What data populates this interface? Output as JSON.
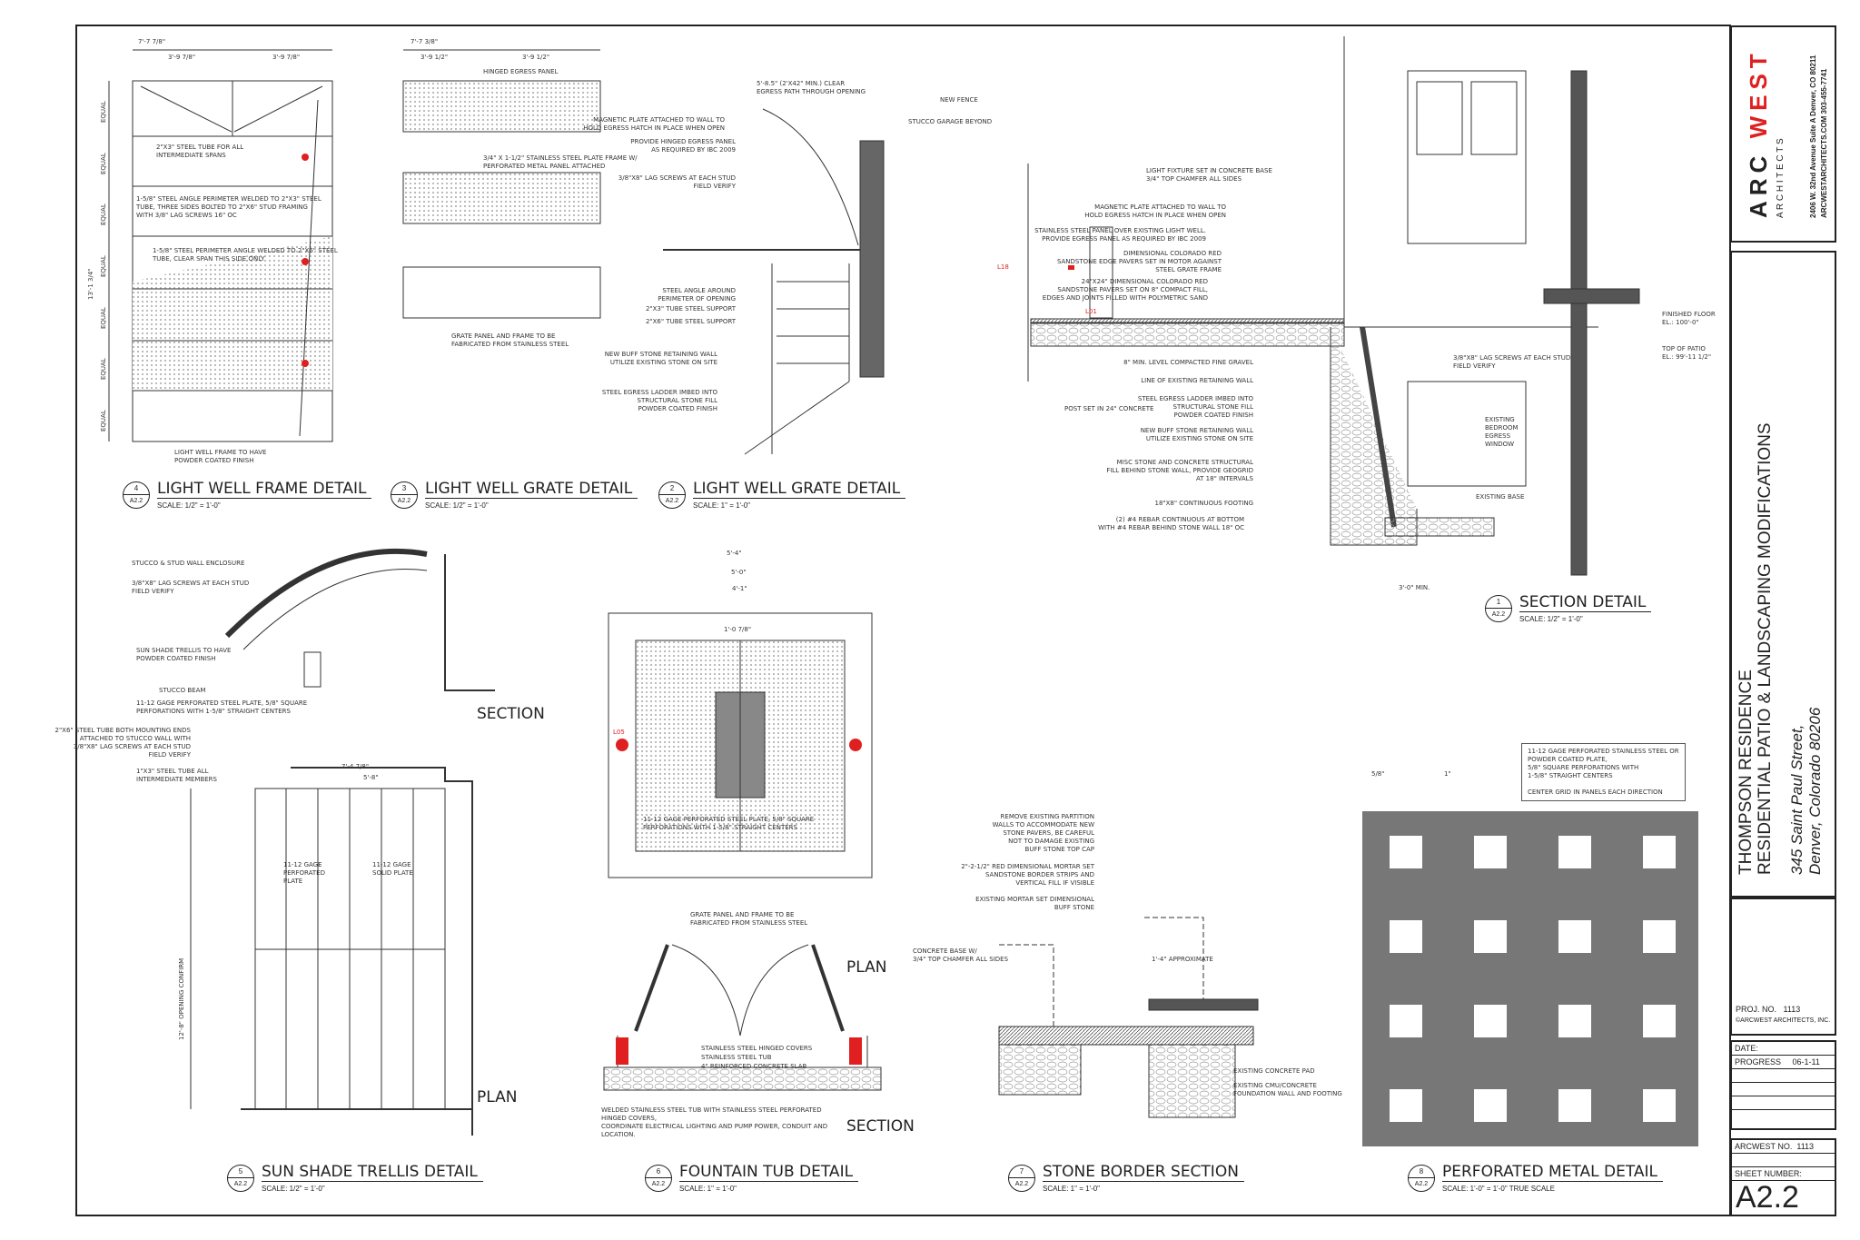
{
  "title_block": {
    "firm_name_1": "ARC",
    "firm_name_2": "WEST",
    "firm_sub": "A R C H I T E C T S",
    "address": "2406 W. 32nd Avenue   Suite A   Denver, CO 80211",
    "web_phone": "ARCWESTARCHITECTS.COM   303-455-7741",
    "project_name": "THOMPSON RESIDENCE",
    "project_desc": "RESIDENTIAL PATIO & LANDSCAPING MODIFICATIONS",
    "street": "345 Saint Paul Street,",
    "city": "Denver, Colorado  80206",
    "proj_no_label": "PROJ. NO.",
    "proj_no": "1113",
    "copyright": "©ARCWEST ARCHITECTS, INC.",
    "date_label": "DATE:",
    "progress_label": "PROGRESS",
    "progress_date": "06-1-11",
    "arcwest_no_label": "ARCWEST NO.",
    "arcwest_no": "1113",
    "sheet_number_label": "SHEET NUMBER:",
    "sheet_number": "A2.2",
    "accent": "#e02020"
  },
  "details": [
    {
      "num": "4",
      "sheet": "A2.2",
      "title": "LIGHT WELL FRAME DETAIL",
      "scale": "SCALE:  1/2\" = 1'-0\""
    },
    {
      "num": "3",
      "sheet": "A2.2",
      "title": "LIGHT WELL GRATE DETAIL",
      "scale": "SCALE:  1/2\" = 1'-0\""
    },
    {
      "num": "2",
      "sheet": "A2.2",
      "title": "LIGHT WELL GRATE DETAIL",
      "scale": "SCALE:  1\" = 1'-0\""
    },
    {
      "num": "1",
      "sheet": "A2.2",
      "title": "SECTION DETAIL",
      "scale": "SCALE:  1/2\" = 1'-0\""
    },
    {
      "num": "5",
      "sheet": "A2.2",
      "title": "SUN SHADE TRELLIS DETAIL",
      "scale": "SCALE:  1/2\" = 1'-0\""
    },
    {
      "num": "6",
      "sheet": "A2.2",
      "title": "FOUNTAIN TUB DETAIL",
      "scale": "SCALE:  1\" = 1'-0\""
    },
    {
      "num": "7",
      "sheet": "A2.2",
      "title": "STONE BORDER SECTION",
      "scale": "SCALE:  1\" = 1'-0\""
    },
    {
      "num": "8",
      "sheet": "A2.2",
      "title": "PERFORATED METAL DETAIL",
      "scale": "SCALE:  1'-0\" = 1'-0\" TRUE SCALE"
    }
  ],
  "labels": {
    "section": "SECTION",
    "plan": "PLAN",
    "finished_floor": "FINISHED FLOOR\nEL.: 100'-0\"",
    "top_of_patio": "TOP OF PATIO\nEL.: 99'-11 1/2\""
  },
  "notes": {
    "frame": [
      "2\"x3\" STEEL TUBE FOR ALL\nINTERMEDIATE SPANS",
      "1-5/8\" STEEL ANGLE PERIMETER WELDED TO 2\"x3\" STEEL\nTUBE, THREE SIDES BOLTED TO 2\"x6\" STUD FRAMING\nWITH 3/8\" LAG SCREWS 16\" OC",
      "1-5/8\" STEEL PERIMETER ANGLE WELDED TO 2\"x6\" STEEL\nTUBE, CLEAR SPAN THIS SIDE ONLY",
      "LIGHT WELL FRAME TO HAVE\nPOWDER COATED FINISH"
    ],
    "grate3": [
      "HINGED EGRESS PANEL",
      "3/4\" x 1-1/2\" STAINLESS STEEL PLATE FRAME W/\nPERFORATED METAL PANEL ATTACHED",
      "GRATE PANEL AND FRAME TO BE\nFABRICATED FROM STAINLESS STEEL"
    ],
    "grate2": [
      "5'-8.5\" (2'x42\" MIN.) CLEAR\nEGRESS PATH THROUGH OPENING",
      "MAGNETIC PLATE ATTACHED TO WALL TO\nHOLD EGRESS HATCH IN PLACE WHEN OPEN",
      "PROVIDE HINGED EGRESS PANEL\nAS REQUIRED BY IBC 2009",
      "3/8\"x8\" LAG SCREWS AT EACH STUD\nFIELD VERIFY",
      "STEEL ANGLE AROUND\nPERIMETER OF OPENING",
      "2\"x3\" TUBE STEEL SUPPORT",
      "2\"x6\" TUBE STEEL SUPPORT",
      "NEW BUFF STONE RETAINING WALL\nUTILIZE EXISTING STONE ON SITE",
      "STEEL EGRESS LADDER IMBED INTO\nSTRUCTURAL STONE FILL\nPOWDER COATED FINISH"
    ],
    "section": [
      "NEW FENCE",
      "STUCCO GARAGE BEYOND",
      "POST SET IN 24\" CONCRETE",
      "LIGHT FIXTURE SET IN CONCRETE BASE\n3/4\" TOP CHAMFER ALL SIDES",
      "MAGNETIC PLATE ATTACHED TO WALL TO\nHOLD EGRESS HATCH IN PLACE WHEN OPEN",
      "STAINLESS STEEL PANEL OVER EXISTING LIGHT WELL.\nPROVIDE EGRESS PANEL AS REQUIRED BY IBC 2009",
      "DIMENSIONAL COLORADO RED\nSANDSTONE EDGE PAVERS SET IN MOTOR AGAINST\nSTEEL GRATE FRAME",
      "24\"x24\" DIMENSIONAL COLORADO RED\nSANDSTONE PAVERS SET ON 8\" COMPACT FILL,\nEDGES AND JOINTS FILLED WITH POLYMETRIC SAND",
      "8\" MIN. LEVEL COMPACTED FINE GRAVEL",
      "LINE OF EXISTING RETAINING WALL",
      "STEEL EGRESS LADDER IMBED INTO\nSTRUCTURAL STONE FILL\nPOWDER COATED FINISH",
      "NEW BUFF STONE RETAINING WALL\nUTILIZE EXISTING STONE ON SITE",
      "MISC STONE AND CONCRETE STRUCTURAL\nFILL BEHIND STONE WALL, PROVIDE GEOGRID\nAT 18\" INTERVALS",
      "18\"x8\" CONTINUOUS FOOTING",
      "(2) #4 REBAR CONTINUOUS AT BOTTOM\nWITH #4 REBAR BEHIND STONE WALL 18\" OC",
      "3/8\"x8\" LAG SCREWS AT EACH STUD\nFIELD VERIFY",
      "EXISTING\nBEDROOM\nEGRESS\nWINDOW",
      "EXISTING BASE"
    ],
    "trellis": [
      "STUCCO & STUD WALL ENCLOSURE",
      "3/8\"x8\" LAG SCREWS AT EACH STUD\nFIELD VERIFY",
      "SUN SHADE TRELLIS TO HAVE\nPOWDER COATED FINISH",
      "STUCCO BEAM",
      "11-12 GAGE PERFORATED STEEL PLATE, 5/8\" SQUARE\nPERFORATIONS WITH 1-5/8\" STRAIGHT CENTERS",
      "2\"x6\" STEEL TUBE BOTH MOUNTING ENDS\nATTACHED TO STUCCO WALL WITH\n3/8\"x8\" LAG SCREWS AT EACH STUD\nFIELD VERIFY",
      "1\"x3\" STEEL TUBE ALL\nINTERMEDIATE MEMBERS",
      "11-12 GAGE\nPERFORATED\nPLATE",
      "11-12 GAGE\nSOLID PLATE"
    ],
    "fountain": [
      "11-12 GAGE PERFORATED STEEL PLATE, 5/8\" SQUARE\nPERFORATIONS WITH 1-5/8\" STRAIGHT CENTERS",
      "GRATE PANEL AND FRAME TO BE\nFABRICATED FROM STAINLESS STEEL",
      "CONCRETE BASE W/\n3/4\" TOP CHAMFER ALL SIDES",
      "STAINLESS STEEL HINGED COVERS",
      "STAINLESS STEEL TUB",
      "4\" REINFORCED CONCRETE SLAB",
      "WELDED STAINLESS STEEL TUB WITH STAINLESS STEEL PERFORATED HINGED COVERS,\nCOORDINATE ELECTRICAL LIGHTING AND PUMP POWER, CONDUIT AND LOCATION."
    ],
    "stone": [
      "REMOVE EXISTING PARTITION\nWALLS TO ACCOMMODATE NEW\nSTONE PAVERS, BE CAREFUL\nNOT TO DAMAGE EXISTING\nBUFF STONE TOP CAP",
      "2\"-2-1/2\" RED DIMENSIONAL MORTAR SET\nSANDSTONE BORDER STRIPS AND\nVERTICAL FILL IF VISIBLE",
      "EXISTING MORTAR SET DIMENSIONAL\nBUFF STONE",
      "1'-4\" APPROXIMATE",
      "EXISTING CONCRETE PAD",
      "EXISTING CMU/CONCRETE\nFOUNDATION WALL AND FOOTING"
    ],
    "perforated": "11-12 GAGE PERFORATED STAINLESS STEEL OR\nPOWDER COATED PLATE,\n5/8\" SQUARE PERFORATIONS WITH\n1-5/8\" STRAIGHT CENTERS\n\nCENTER GRID IN PANELS EACH DIRECTION"
  },
  "dims": {
    "frame_w": "7'-7 7/8\"",
    "frame_half": "3'-9 7/8\"",
    "frame_h": "13'-1 3/4\"",
    "equal": "EQUAL",
    "grate_w": "7'-7 3/8\"",
    "grate_half": "3'-9 1/2\"",
    "tub_w1": "5'-4\"",
    "tub_w2": "5'-0\"",
    "tub_w3": "4'-1\"",
    "tub_w4": "1'-0 7/8\"",
    "trellis_w1": "7'-4 7/8\"",
    "trellis_w2": "5'-8\"",
    "trellis_h": "12'-8\" OPENING CONFIRM",
    "perf_a": "5/8\"",
    "perf_b": "1\"",
    "section_min": "3'-0\" MIN."
  },
  "tags": {
    "lo5": "L05",
    "lo1": "L01",
    "l18": "L18"
  }
}
